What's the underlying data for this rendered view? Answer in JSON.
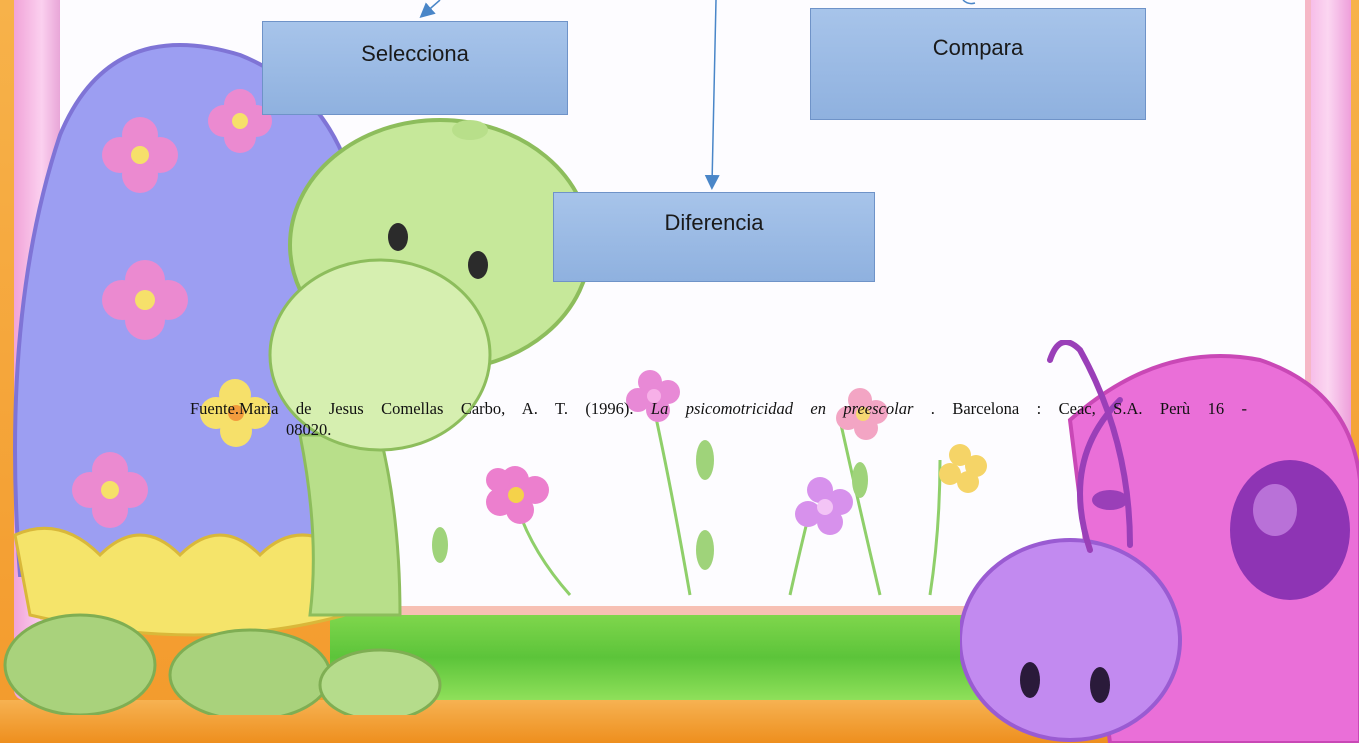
{
  "boxes": {
    "selecciona": "Selecciona",
    "compara": "Compara",
    "diferencia": "Diferencia"
  },
  "citation": {
    "prefix": "Fuente.Maria de Jesus Comellas Carbo, A. T. (1996). ",
    "title": "La psicomotricidad en preescolar",
    "suffix": " . Barcelona : Ceac, S.A. Perù 16 -",
    "line2": "08020."
  },
  "colors": {
    "box_fill": "#9dbce6",
    "box_border": "#6f93c8",
    "arrow": "#4a86c8",
    "frame_orange": "#f39a2c",
    "frame_pink": "#f1a3d8"
  },
  "decorations": {
    "turtle": "turtle-illustration",
    "ladybug": "purple-ladybug-illustration",
    "flowers": "flower-illustrations"
  }
}
